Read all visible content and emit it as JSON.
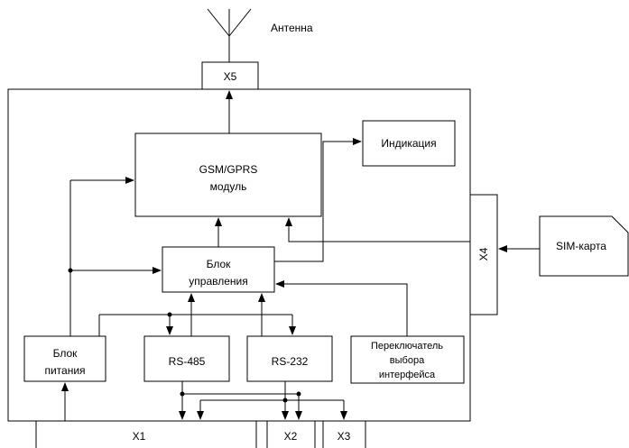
{
  "diagram": {
    "antenna_label": "Антенна",
    "x5_label": "X5",
    "gsm_line1": "GSM/GPRS",
    "gsm_line2": "модуль",
    "indication_label": "Индикация",
    "control_line1": "Блок",
    "control_line2": "управления",
    "power_line1": "Блок",
    "power_line2": "питания",
    "rs485_label": "RS-485",
    "rs232_label": "RS-232",
    "switch_line1": "Переключатель",
    "switch_line2": "выбора",
    "switch_line3": "интерфейса",
    "x1_label": "X1",
    "x2_label": "X2",
    "x3_label": "X3",
    "x4_label": "X4",
    "sim_label": "SIM-карта"
  }
}
